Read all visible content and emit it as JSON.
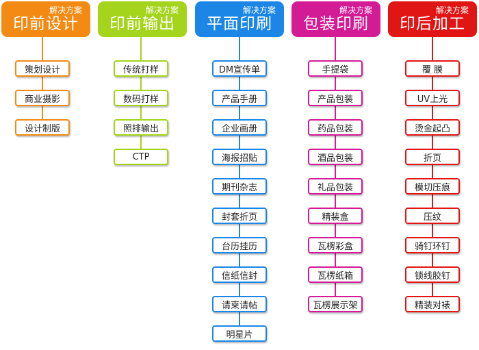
{
  "columns": [
    {
      "title": "印前设计",
      "subtitle": "解决方案",
      "color": "#f28a13",
      "items": [
        "策划设计",
        "商业摄影",
        "设计制版"
      ]
    },
    {
      "title": "印前输出",
      "subtitle": "解决方案",
      "color": "#a4d41c",
      "items": [
        "传统打样",
        "数码打样",
        "照排输出",
        "CTP"
      ]
    },
    {
      "title": "平面印刷",
      "subtitle": "解决方案",
      "color": "#1b86e6",
      "items": [
        "DM宣传单",
        "产品手册",
        "企业画册",
        "海报招贴",
        "期刊杂志",
        "封套折页",
        "台历挂历",
        "信纸信封",
        "请柬请帖",
        "明星片"
      ]
    },
    {
      "title": "包装印刷",
      "subtitle": "解决方案",
      "color": "#d31b96",
      "items": [
        "手提袋",
        "产品包装",
        "药品包装",
        "酒品包装",
        "礼品包装",
        "精装盒",
        "瓦楞彩盒",
        "瓦楞纸箱",
        "瓦楞展示架"
      ]
    },
    {
      "title": "印后加工",
      "subtitle": "解决方案",
      "color": "#e21515",
      "items": [
        "覆 膜",
        "UV上光",
        "烫金起凸",
        "折页",
        "模切压痕",
        "压纹",
        "骑钉环钉",
        "锁线胶钉",
        "精装对裱"
      ]
    }
  ]
}
